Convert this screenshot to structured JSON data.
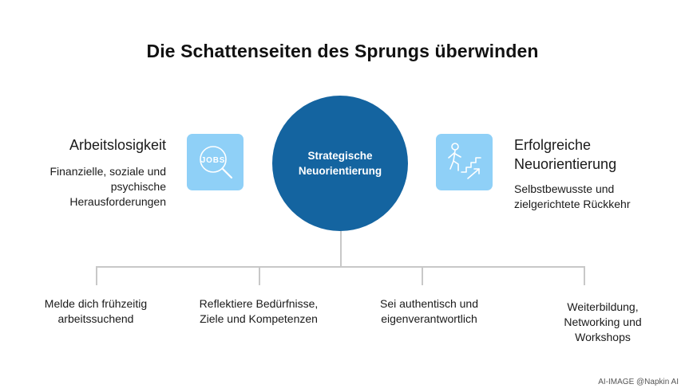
{
  "title": "Die Schattenseiten des Sprungs überwinden",
  "hub": {
    "label_line1": "Strategische",
    "label_line2": "Neuorientierung",
    "color": "#1464a0"
  },
  "left": {
    "title": "Arbeitslosigkeit",
    "desc_line1": "Finanzielle, soziale und",
    "desc_line2": "psychische",
    "desc_line3": "Herausforderungen",
    "icon": "jobs-search-icon",
    "icon_text": "JOBS"
  },
  "right": {
    "title_line1": "Erfolgreiche",
    "title_line2": "Neuorientierung",
    "desc_line1": "Selbstbewusste und",
    "desc_line2": "zielgerichtete Rückkehr",
    "icon": "climbing-stairs-icon"
  },
  "icon_bg_color": "#8fd0f7",
  "steps": [
    {
      "line1": "Melde dich frühzeitig",
      "line2": "arbeitssuchend",
      "line3": ""
    },
    {
      "line1": "Reflektiere Bedürfnisse,",
      "line2": "Ziele und Kompetenzen",
      "line3": ""
    },
    {
      "line1": "Sei authentisch und",
      "line2": "eigenverantwortlich",
      "line3": ""
    },
    {
      "line1": "Weiterbildung,",
      "line2": "Networking und",
      "line3": "Workshops"
    }
  ],
  "credit": "AI-IMAGE  @Napkin AI"
}
